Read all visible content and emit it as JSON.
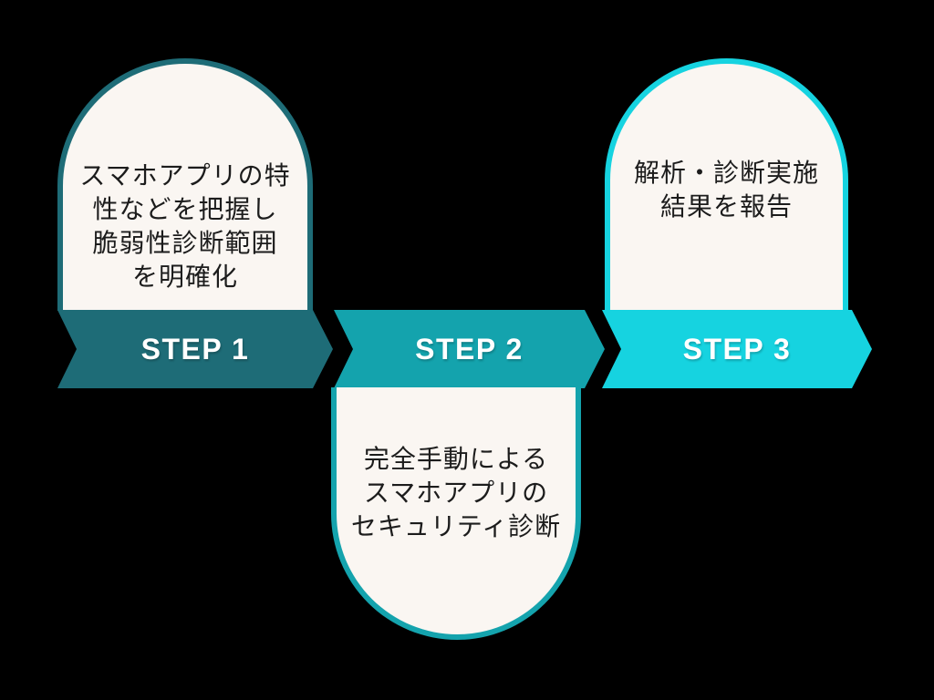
{
  "diagram": {
    "type": "process-steps",
    "background_color": "#000000",
    "card_fill_color": "#FAF6F2",
    "description_text_color": "#1C1C1C",
    "label_text_color": "#FFFFFF",
    "steps": [
      {
        "label": "STEP 1",
        "color": "#1E6C77",
        "card_position": "above-banner",
        "description_lines": [
          "スマホアプリの特",
          "性などを把握し",
          "脆弱性診断範囲",
          "を明確化"
        ]
      },
      {
        "label": "STEP 2",
        "color": "#14A3AD",
        "card_position": "below-banner",
        "description_lines": [
          "完全手動による",
          "スマホアプリの",
          "セキュリティ診断"
        ]
      },
      {
        "label": "STEP 3",
        "color": "#16D3E0",
        "card_position": "above-banner",
        "description_lines": [
          "解析・診断実施",
          "結果を報告"
        ]
      }
    ]
  }
}
